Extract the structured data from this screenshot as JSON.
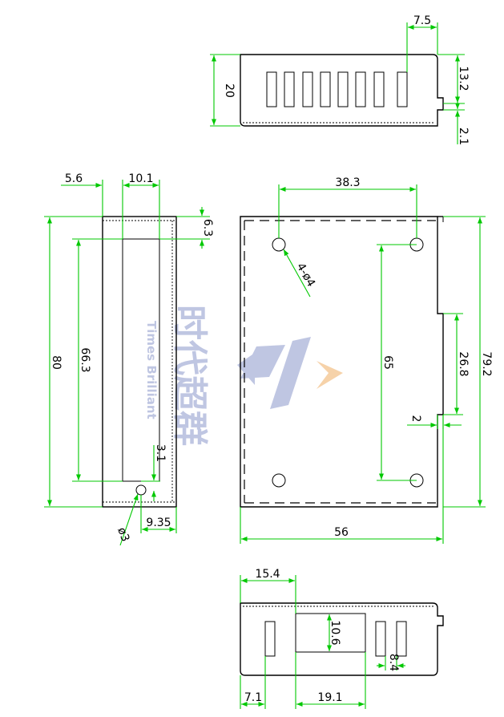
{
  "watermark": {
    "cn_text": "时代超群",
    "en_text": "Times Brilliant",
    "color_text": "#aab3d9",
    "color_accent": "#f3c38d"
  },
  "colors": {
    "outline": "#000000",
    "dimension": "#00c800"
  },
  "top_view": {
    "dims": {
      "total_height": "20",
      "right_step": "13.2",
      "tab": "2.1",
      "top_right": "7.5"
    }
  },
  "left_view": {
    "dims": {
      "left_offset": "5.6",
      "slot_width": "10.1",
      "top_offset": "6.3",
      "height": "80",
      "slot_height": "66.3",
      "hole_offset": "3.1",
      "hole_x": "9.35",
      "hole_dia": "ø3"
    }
  },
  "front_view": {
    "dims": {
      "hole_spacing_x": "38.3",
      "holes": "4-ø4",
      "hole_spacing_y": "65",
      "step_height": "26.8",
      "step_depth": "2",
      "total_height": "79.2",
      "width": "56"
    }
  },
  "bottom_view": {
    "dims": {
      "left_to_window": "15.4",
      "window_height": "10.6",
      "slot_gap": "8.4",
      "left_slot": "7.1",
      "window_width": "19.1"
    }
  }
}
